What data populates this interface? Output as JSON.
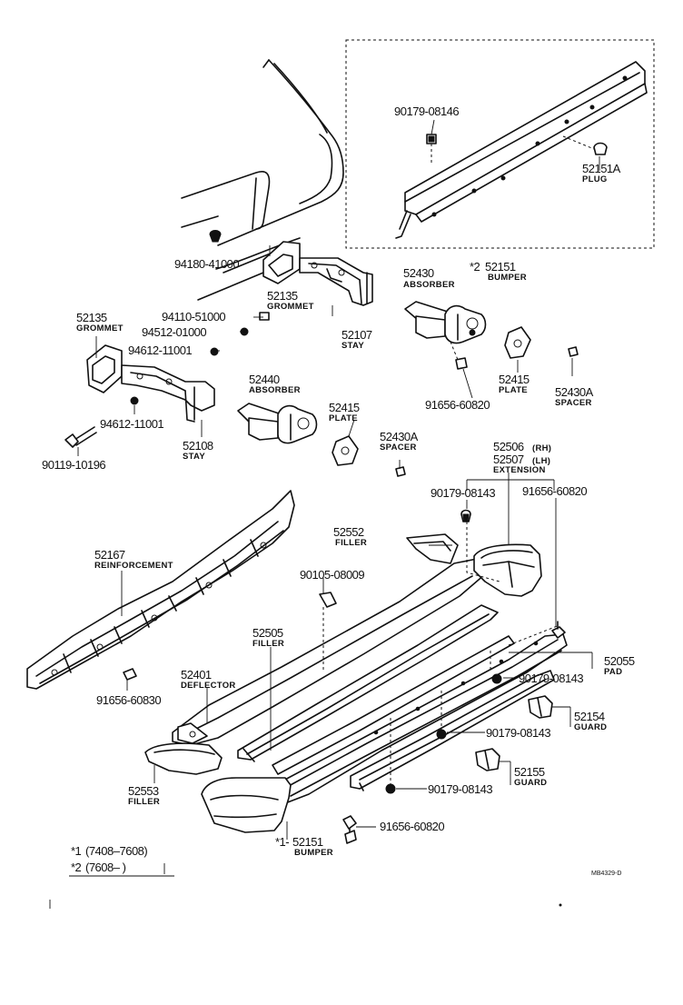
{
  "parts": [
    {
      "number": "90179-08146",
      "name": ""
    },
    {
      "number": "52151A",
      "name": "PLUG"
    },
    {
      "number": "52151",
      "name": "BUMPER",
      "marker": "*2"
    },
    {
      "number": "94180-41000",
      "name": ""
    },
    {
      "number": "52135",
      "name": "GROMMET"
    },
    {
      "number": "52107",
      "name": "STAY"
    },
    {
      "number": "94110-51000",
      "name": ""
    },
    {
      "number": "94512-01000",
      "name": ""
    },
    {
      "number": "52135",
      "name": "GROMMET"
    },
    {
      "number": "94612-11001",
      "name": ""
    },
    {
      "number": "52430",
      "name": "ABSORBER"
    },
    {
      "number": "91656-60820",
      "name": ""
    },
    {
      "number": "52415",
      "name": "PLATE"
    },
    {
      "number": "52430A",
      "name": "SPACER"
    },
    {
      "number": "52440",
      "name": "ABSORBER"
    },
    {
      "number": "94612-11001",
      "name": ""
    },
    {
      "number": "52108",
      "name": "STAY"
    },
    {
      "number": "90119-10196",
      "name": ""
    },
    {
      "number": "52415",
      "name": "PLATE"
    },
    {
      "number": "52430A",
      "name": "SPACER"
    },
    {
      "number": "52506",
      "suffix": "(RH)"
    },
    {
      "number": "52507",
      "suffix": "(LH)",
      "name": "EXTENSION"
    },
    {
      "number": "90179-08143",
      "name": ""
    },
    {
      "number": "91656-60820",
      "name": ""
    },
    {
      "number": "52167",
      "name": "REINFORCEMENT"
    },
    {
      "number": "52552",
      "name": "FILLER"
    },
    {
      "number": "90105-08009",
      "name": ""
    },
    {
      "number": "52505",
      "name": "FILLER"
    },
    {
      "number": "52055",
      "name": "PAD"
    },
    {
      "number": "90179-08143",
      "name": ""
    },
    {
      "number": "52401",
      "name": "DEFLECTOR"
    },
    {
      "number": "91656-60830",
      "name": ""
    },
    {
      "number": "52154",
      "name": "GUARD"
    },
    {
      "number": "90179-08143",
      "name": ""
    },
    {
      "number": "52155",
      "name": "GUARD"
    },
    {
      "number": "90179-08143",
      "name": ""
    },
    {
      "number": "52553",
      "name": "FILLER"
    },
    {
      "number": "91656-60820",
      "name": ""
    },
    {
      "number": "52151",
      "name": "BUMPER",
      "marker": "*1-"
    }
  ],
  "legend": [
    {
      "marker": "*1",
      "text": "(7408–7608)"
    },
    {
      "marker": "*2",
      "text": "(7608–      )"
    }
  ],
  "drawing_code": "MB4329-D"
}
